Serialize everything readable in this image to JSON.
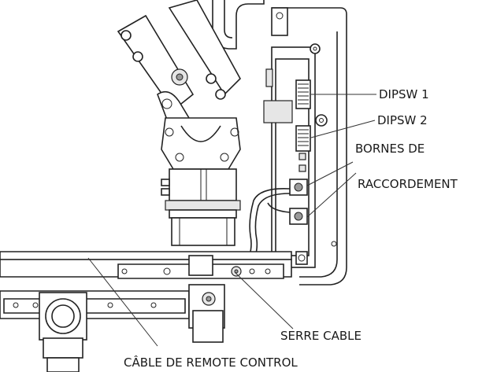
{
  "labels": {
    "dipsw1": "DIPSW 1",
    "dipsw2": "DIPSW 2",
    "bornes_line1": "BORNES DE",
    "bornes_line2": "RACCORDEMENT",
    "serre_cable": "SERRE CABLE",
    "cable_remote": "CÂBLE DE REMOTE CONTROL"
  }
}
